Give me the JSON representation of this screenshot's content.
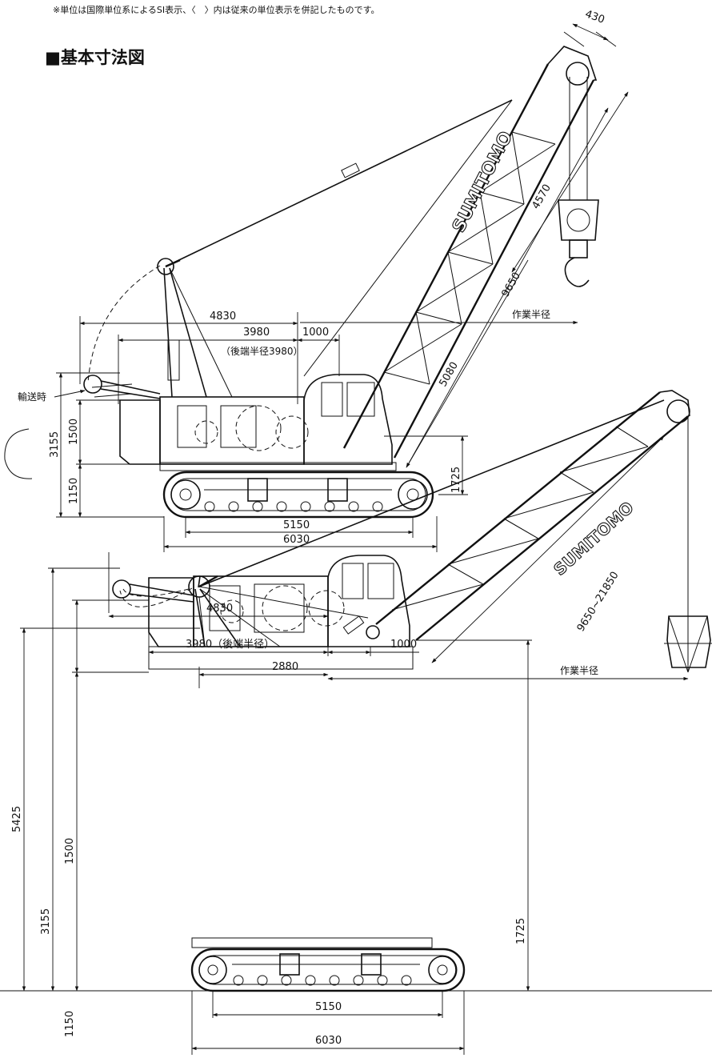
{
  "header": {
    "note": "※単位は国際単位系によるSI表示、〈　〉内は従来の単位表示を併記したものです。",
    "title": "■基本寸法図"
  },
  "brand": "SUMITOMO",
  "upper_drawing": {
    "dims": {
      "boom_top_width": "430",
      "jib_length": "4570",
      "boom_length": "9650",
      "boom_base": "5080",
      "tail_total": "4830",
      "tail_radius": "3980",
      "pivot_offset": "1000",
      "tail_radius_note": "（後端半径3980）",
      "transport_label": "輸送時",
      "working_radius_label": "作業半径",
      "height_total": "3155",
      "height_body": "1500",
      "height_track": "1150",
      "pivot_height": "1725",
      "track_tumbler": "5150",
      "track_length": "6030"
    }
  },
  "lower_drawing": {
    "dims": {
      "tail_total": "4830",
      "tail_radius": "3980（後端半径）",
      "pivot_offset": "1000",
      "gantry_offset": "2880",
      "boom_length_range": "9650~21850",
      "working_radius_label": "作業半径",
      "overall_height": "5425",
      "height_total": "3155",
      "height_body": "1500",
      "height_track": "1150",
      "pivot_height": "1725",
      "track_tumbler": "5150",
      "track_length": "6030"
    }
  }
}
